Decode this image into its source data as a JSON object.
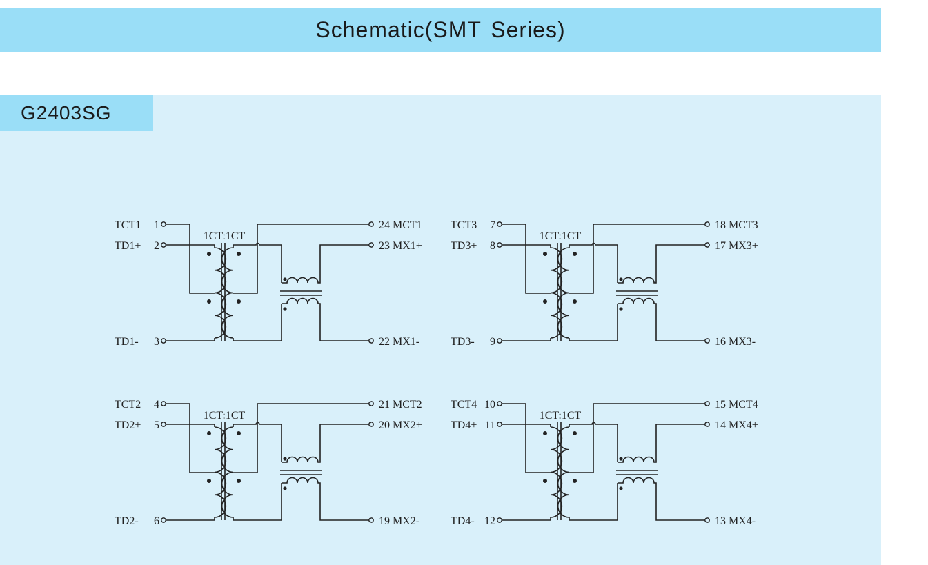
{
  "title": "Schematic(SMT Series)",
  "part_number": "G2403SG",
  "ratio_label": "1CT:1CT",
  "channels": [
    {
      "left": [
        {
          "name": "TCT1",
          "pin": "1"
        },
        {
          "name": "TD1+",
          "pin": "2"
        },
        {
          "name": "TD1-",
          "pin": "3"
        }
      ],
      "right": [
        {
          "pin": "24",
          "name": "MCT1"
        },
        {
          "pin": "23",
          "name": "MX1+"
        },
        {
          "pin": "22",
          "name": "MX1-"
        }
      ]
    },
    {
      "left": [
        {
          "name": "TCT3",
          "pin": "7"
        },
        {
          "name": "TD3+",
          "pin": "8"
        },
        {
          "name": "TD3-",
          "pin": "9"
        }
      ],
      "right": [
        {
          "pin": "18",
          "name": "MCT3"
        },
        {
          "pin": "17",
          "name": "MX3+"
        },
        {
          "pin": "16",
          "name": "MX3-"
        }
      ]
    },
    {
      "left": [
        {
          "name": "TCT2",
          "pin": "4"
        },
        {
          "name": "TD2+",
          "pin": "5"
        },
        {
          "name": "TD2-",
          "pin": "6"
        }
      ],
      "right": [
        {
          "pin": "21",
          "name": "MCT2"
        },
        {
          "pin": "20",
          "name": "MX2+"
        },
        {
          "pin": "19",
          "name": "MX2-"
        }
      ]
    },
    {
      "left": [
        {
          "name": "TCT4",
          "pin": "10"
        },
        {
          "name": "TD4+",
          "pin": "11"
        },
        {
          "name": "TD4-",
          "pin": "12"
        }
      ],
      "right": [
        {
          "pin": "15",
          "name": "MCT4"
        },
        {
          "pin": "14",
          "name": "MX4+"
        },
        {
          "pin": "13",
          "name": "MX4-"
        }
      ]
    }
  ],
  "colors": {
    "header_bg": "#9adef7",
    "panel_bg": "#d9f0fa",
    "line": "#222222"
  }
}
